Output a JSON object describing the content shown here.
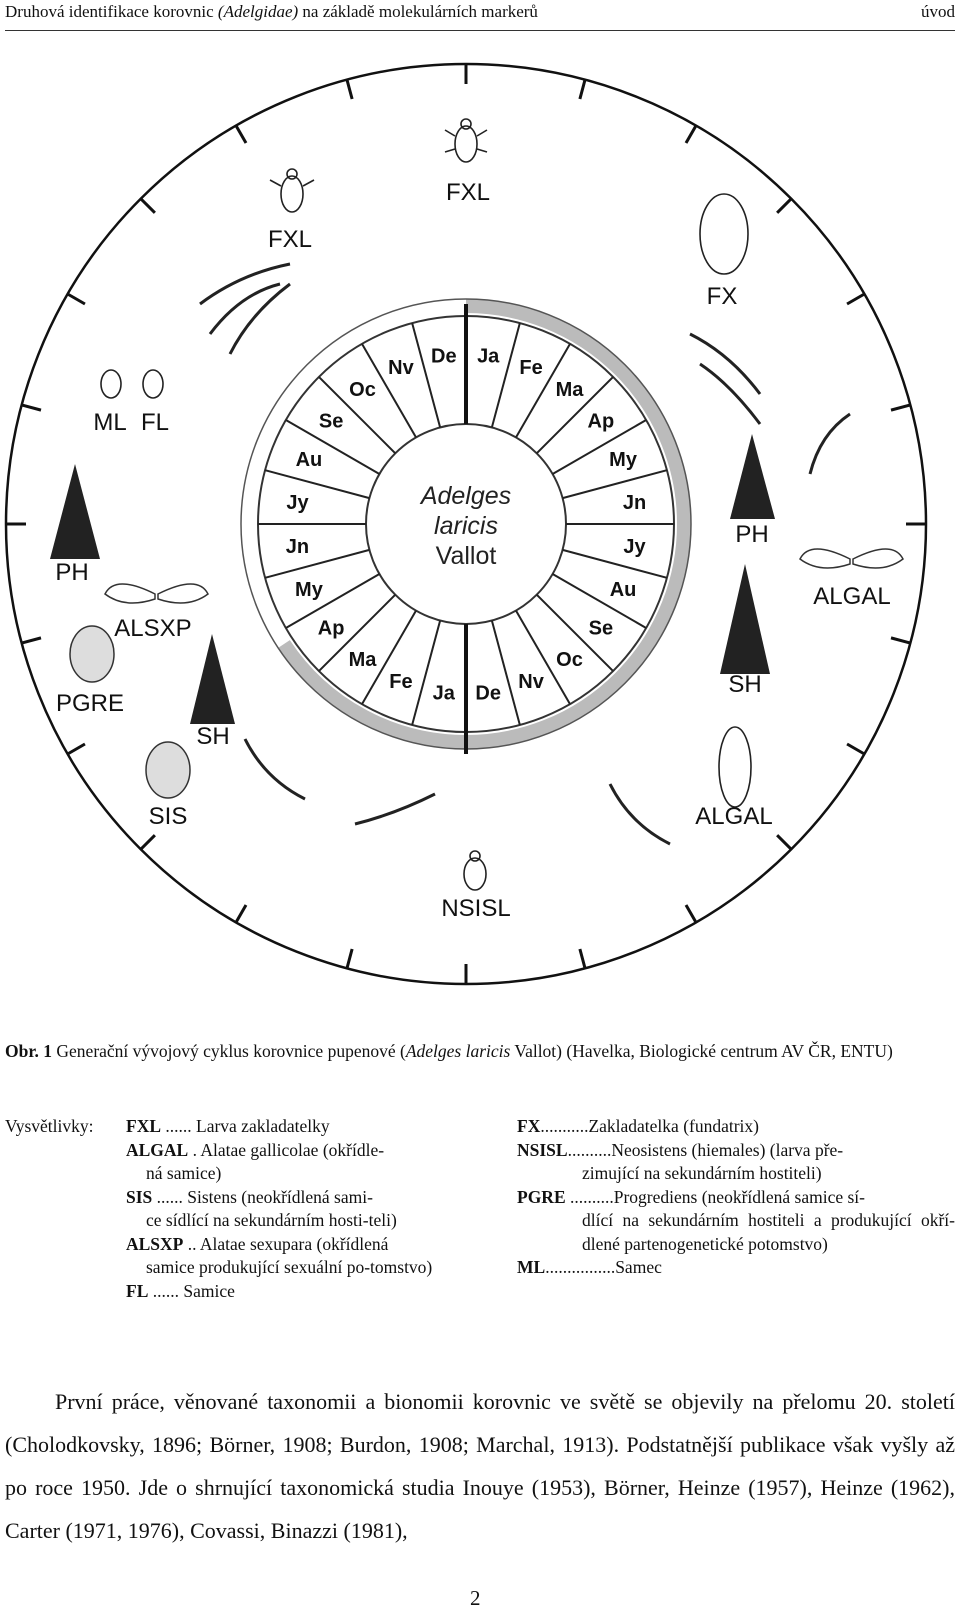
{
  "header": {
    "title_pre": "Druhová identifikace korovnic ",
    "title_italic": "(Adelgidae)",
    "title_post": " na základě molekulárních markerů",
    "section": "úvod"
  },
  "figure": {
    "species": [
      "Adelges",
      "laricis",
      "Vallot"
    ],
    "outer_months": [
      "De",
      "Ja",
      "Fe",
      "Ma",
      "Ap",
      "My",
      "Jn",
      "Jy",
      "Au",
      "Se",
      "Oc",
      "Nv"
    ],
    "inner_months": [
      "De",
      "Ja",
      "Fe",
      "Ma",
      "Ap",
      "My",
      "Jn",
      "Jy",
      "Au",
      "Se",
      "Oc",
      "Nv"
    ],
    "stages": {
      "fxl_top": "FXL",
      "fx": "FX",
      "ph_right": "PH",
      "algal_right": "ALGAL",
      "sh_right": "SH",
      "algal_bottom_right": "ALGAL",
      "nsisl": "NSISL",
      "sis": "SIS",
      "sh_left": "SH",
      "pgre": "PGRE",
      "alsxp": "ALSXP",
      "ph_left": "PH",
      "ml": "ML",
      "fl": "FL",
      "fxl_left": "FXL"
    }
  },
  "caption": {
    "label": "Obr. 1",
    "text_pre": " Generační vývojový cyklus korovnice pupenové (",
    "text_italic": "Adelges laricis",
    "text_post": " Vallot) (Havelka, Biologické centrum AV ČR, ENTU)"
  },
  "legend": {
    "title": "Vysvětlivky:",
    "left": [
      {
        "abbr": "FXL",
        "dots": " ...... ",
        "first": "Larva zakladatelky",
        "cont": ""
      },
      {
        "abbr": "ALGAL",
        "dots": " . ",
        "first": "Alatae gallicolae (okřídle-",
        "cont": "ná samice)"
      },
      {
        "abbr": "SIS",
        "dots": " ...... ",
        "first": "Sistens (neokřídlená sami-",
        "cont": "ce sídlící na sekundárním hosti-teli)"
      },
      {
        "abbr": "ALSXP",
        "dots": " .. ",
        "first": "Alatae sexupara (okřídlená",
        "cont": "samice produkující sexuální po-tomstvo)"
      },
      {
        "abbr": "FL",
        "dots": " ...... ",
        "first": "Samice",
        "cont": ""
      }
    ],
    "right": [
      {
        "abbr": "FX",
        "dots": "...........",
        "first": "Zakladatelka (fundatrix)",
        "cont": ""
      },
      {
        "abbr": "NSISL",
        "dots": "..........",
        "first": "Neosistens (hiemales) (larva pře-",
        "cont": "zimující na sekundárním hostiteli)"
      },
      {
        "abbr": "PGRE",
        "dots": " ..........",
        "first": "Progrediens (neokřídlená samice sí-",
        "cont": "dlící na sekundárním hostiteli a produkující okří-dlené partenogenetické potomstvo)"
      },
      {
        "abbr": "ML",
        "dots": "................",
        "first": "Samec",
        "cont": ""
      }
    ]
  },
  "body_text": "První práce, věnované taxonomii a bionomii korovnic ve světě se objevily na přelomu 20. století (Cholodkovsky, 1896; Börner, 1908; Burdon, 1908; Marchal, 1913). Podstatnější publikace však vyšly až po roce 1950. Jde o shrnující taxonomická studia Inouye (1953), Börner, Heinze (1957), Heinze (1962), Carter (1971, 1976), Covassi, Binazzi (1981),",
  "page_number": "2"
}
